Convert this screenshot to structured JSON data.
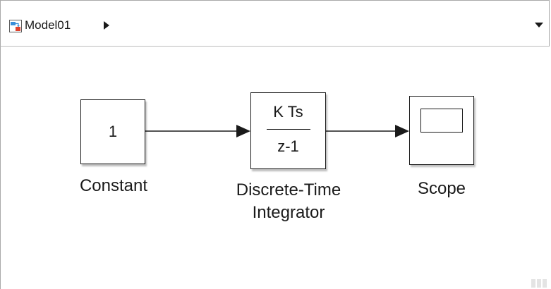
{
  "address_bar": {
    "model_name": "Model01",
    "icon": "simulink-model-icon",
    "crumb_arrow_icon": "chevron-right-icon",
    "dropdown_icon": "chevron-down-icon"
  },
  "blocks": {
    "constant": {
      "value": "1",
      "label": "Constant"
    },
    "integrator": {
      "numerator": "K Ts",
      "denominator": "z-1",
      "label_line1": "Discrete-Time",
      "label_line2": "Integrator"
    },
    "scope": {
      "icon": "scope-screen-icon",
      "label": "Scope"
    }
  },
  "signals": [
    {
      "from": "Constant",
      "to": "Discrete-Time Integrator"
    },
    {
      "from": "Discrete-Time Integrator",
      "to": "Scope"
    }
  ],
  "colors": {
    "line": "#1a1a1a",
    "background": "#ffffff",
    "border": "#a9a9a9"
  }
}
